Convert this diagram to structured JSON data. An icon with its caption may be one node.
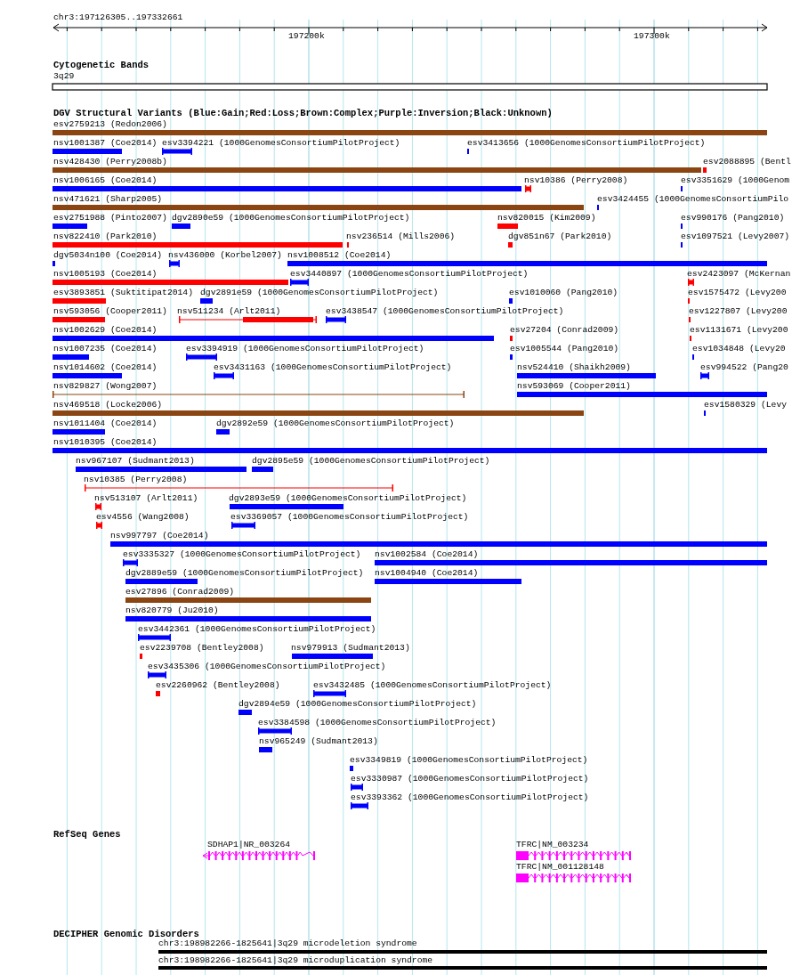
{
  "diagram": {
    "nodes": [
      {
        "text": [],
        "shape": "bar",
        "beside": [
          "3q29"
        ]
      },
      {
        "text": [],
        "shape": "bar",
        "beside": [
          "esv2759213 (Redon2006)"
        ]
      },
      {
        "text": [],
        "shape": "bar",
        "beside": [
          "nsv1001387 (Coe2014)"
        ]
      },
      {
        "text": [],
        "shape": "bar",
        "beside": [
          "esv3394221 (1000GenomesConsortiumPilotProject)"
        ]
      },
      {
        "text": [],
        "shape": "bar",
        "beside": [
          "esv3413656 (1000GenomesConsortiumPilotProject)"
        ]
      },
      {
        "text": [],
        "shape": "bar",
        "beside": [
          "nsv428430 (Perry2008b)"
        ]
      },
      {
        "text": [],
        "shape": "bar",
        "beside": [
          "esv2088895 (Bentl"
        ]
      },
      {
        "text": [],
        "shape": "bar",
        "beside": [
          "nsv1006165 (Coe2014)"
        ]
      },
      {
        "text": [],
        "shape": "bar",
        "beside": [
          "nsv10386 (Perry2008)"
        ]
      },
      {
        "text": [],
        "shape": "bar",
        "beside": [
          "esv3351629 (1000Genom"
        ]
      },
      {
        "text": [],
        "shape": "bar",
        "beside": [
          "nsv471621 (Sharp2005)"
        ]
      },
      {
        "text": [],
        "shape": "bar",
        "beside": [
          "esv3424455 (1000GenomesConsortiumPilo"
        ]
      },
      {
        "text": [],
        "shape": "bar",
        "beside": [
          "esv2751988 (Pinto2007)"
        ]
      },
      {
        "text": [],
        "shape": "bar",
        "beside": [
          "dgv2890e59 (1000GenomesConsortiumPilotProject)"
        ]
      },
      {
        "text": [],
        "shape": "bar",
        "beside": [
          "nsv820015 (Kim2009)"
        ]
      },
      {
        "text": [],
        "shape": "bar",
        "beside": [
          "esv990176 (Pang2010)"
        ]
      },
      {
        "text": [],
        "shape": "bar",
        "beside": [
          "nsv822410 (Park2010)"
        ]
      },
      {
        "text": [],
        "shape": "bar",
        "beside": [
          "nsv236514 (Mills2006)"
        ]
      },
      {
        "text": [],
        "shape": "bar",
        "beside": [
          "dgv851n67 (Park2010)"
        ]
      },
      {
        "text": [],
        "shape": "bar",
        "beside": [
          "esv1097521 (Levy2007)"
        ]
      },
      {
        "text": [],
        "shape": "bar",
        "beside": [
          "dgv5034n100 (Coe2014)"
        ]
      },
      {
        "text": [],
        "shape": "bar",
        "beside": [
          "nsv436000 (Korbel2007)"
        ]
      },
      {
        "text": [],
        "shape": "bar",
        "beside": [
          "nsv1008512 (Coe2014)"
        ]
      },
      {
        "text": [],
        "shape": "bar",
        "beside": [
          "nsv1005193 (Coe2014)"
        ]
      },
      {
        "text": [],
        "shape": "bar",
        "beside": [
          "esv3440897 (1000GenomesConsortiumPilotProject)"
        ]
      },
      {
        "text": [],
        "shape": "bar",
        "beside": [
          "esv2423097 (McKernan"
        ]
      },
      {
        "text": [],
        "shape": "bar",
        "beside": [
          "esv3893851 (Suktitipat2014)"
        ]
      },
      {
        "text": [],
        "shape": "bar",
        "beside": [
          "dgv2891e59 (1000GenomesConsortiumPilotProject)"
        ]
      },
      {
        "text": [],
        "shape": "bar",
        "beside": [
          "esv1010060 (Pang2010)"
        ]
      },
      {
        "text": [],
        "shape": "bar",
        "beside": [
          "esv1575472 (Levy200"
        ]
      },
      {
        "text": [],
        "shape": "bar",
        "beside": [
          "nsv593056 (Cooper2011)"
        ]
      },
      {
        "text": [],
        "shape": "bar",
        "beside": [
          "nsv511234 (Arlt2011)"
        ]
      },
      {
        "text": [],
        "shape": "bar",
        "beside": [
          "esv3438547 (1000GenomesConsortiumPilotProject)"
        ]
      },
      {
        "text": [],
        "shape": "bar",
        "beside": [
          "esv1227807 (Levy200"
        ]
      },
      {
        "text": [],
        "shape": "bar",
        "beside": [
          "nsv1002629 (Coe2014)"
        ]
      },
      {
        "text": [],
        "shape": "bar",
        "beside": [
          "esv27204 (Conrad2009)"
        ]
      },
      {
        "text": [],
        "shape": "bar",
        "beside": [
          "esv1131671 (Levy200"
        ]
      },
      {
        "text": [],
        "shape": "bar",
        "beside": [
          "nsv1007235 (Coe2014)"
        ]
      },
      {
        "text": [],
        "shape": "bar",
        "beside": [
          "esv3394919 (1000GenomesConsortiumPilotProject)"
        ]
      },
      {
        "text": [],
        "shape": "bar",
        "beside": [
          "esv1005544 (Pang2010)"
        ]
      },
      {
        "text": [],
        "shape": "bar",
        "beside": [
          "esv1034848 (Levy20"
        ]
      },
      {
        "text": [],
        "shape": "bar",
        "beside": [
          "nsv1014602 (Coe2014)"
        ]
      },
      {
        "text": [],
        "shape": "bar",
        "beside": [
          "esv3431163 (1000GenomesConsortiumPilotProject)"
        ]
      },
      {
        "text": [],
        "shape": "bar",
        "beside": [
          "nsv524410 (Shaikh2009)"
        ]
      },
      {
        "text": [],
        "shape": "bar",
        "beside": [
          "esv994522 (Pang20"
        ]
      },
      {
        "text": [],
        "shape": "bar",
        "beside": [
          "nsv829827 (Wong2007)"
        ]
      },
      {
        "text": [],
        "shape": "bar",
        "beside": [
          "nsv593069 (Cooper2011)"
        ]
      },
      {
        "text": [],
        "shape": "bar",
        "beside": [
          "nsv469518 (Locke2006)"
        ]
      },
      {
        "text": [],
        "shape": "bar",
        "beside": [
          "esv1580329 (Levy"
        ]
      },
      {
        "text": [],
        "shape": "bar",
        "beside": [
          "nsv1011404 (Coe2014)"
        ]
      },
      {
        "text": [],
        "shape": "bar",
        "beside": [
          "dgv2892e59 (1000GenomesConsortiumPilotProject)"
        ]
      },
      {
        "text": [],
        "shape": "bar",
        "beside": [
          "nsv1010395 (Coe2014)"
        ]
      },
      {
        "text": [],
        "shape": "bar",
        "beside": [
          "nsv967107 (Sudmant2013)"
        ]
      },
      {
        "text": [],
        "shape": "bar",
        "beside": [
          "dgv2895e59 (1000GenomesConsortiumPilotProject)"
        ]
      },
      {
        "text": [],
        "shape": "bar",
        "beside": [
          "nsv10385 (Perry2008)"
        ]
      },
      {
        "text": [],
        "shape": "bar",
        "beside": [
          "nsv513107 (Arlt2011)"
        ]
      },
      {
        "text": [],
        "shape": "bar",
        "beside": [
          "dgv2893e59 (1000GenomesConsortiumPilotProject)"
        ]
      },
      {
        "text": [],
        "shape": "bar",
        "beside": [
          "esv4556 (Wang2008)"
        ]
      },
      {
        "text": [],
        "shape": "bar",
        "beside": [
          "esv3369057 (1000GenomesConsortiumPilotProject)"
        ]
      },
      {
        "text": [],
        "shape": "bar",
        "beside": [
          "nsv997797 (Coe2014)"
        ]
      },
      {
        "text": [],
        "shape": "bar",
        "beside": [
          "esv3335327 (1000GenomesConsortiumPilotProject)"
        ]
      },
      {
        "text": [],
        "shape": "bar",
        "beside": [
          "nsv1002584 (Coe2014)"
        ]
      },
      {
        "text": [],
        "shape": "bar",
        "beside": [
          "dgv2889e59 (1000GenomesConsortiumPilotProject)"
        ]
      },
      {
        "text": [],
        "shape": "bar",
        "beside": [
          "nsv1004940 (Coe2014)"
        ]
      },
      {
        "text": [],
        "shape": "bar",
        "beside": [
          "esv27896 (Conrad2009)"
        ]
      },
      {
        "text": [],
        "shape": "bar",
        "beside": [
          "nsv820779 (Ju2010)"
        ]
      },
      {
        "text": [],
        "shape": "bar",
        "beside": [
          "esv3442361 (1000GenomesConsortiumPilotProject)"
        ]
      },
      {
        "text": [],
        "shape": "bar",
        "beside": [
          "esv2239708 (Bentley2008)"
        ]
      },
      {
        "text": [],
        "shape": "bar",
        "beside": [
          "nsv979913 (Sudmant2013)"
        ]
      },
      {
        "text": [],
        "shape": "bar",
        "beside": [
          "esv3435306 (1000GenomesConsortiumPilotProject)"
        ]
      },
      {
        "text": [],
        "shape": "bar",
        "beside": [
          "esv2260962 (Bentley2008)"
        ]
      },
      {
        "text": [],
        "shape": "bar",
        "beside": [
          "esv3432485 (1000GenomesConsortiumPilotProject)"
        ]
      },
      {
        "text": [],
        "shape": "bar",
        "beside": [
          "dgv2894e59 (1000GenomesConsortiumPilotProject)"
        ]
      },
      {
        "text": [],
        "shape": "bar",
        "beside": [
          "esv3384598 (1000GenomesConsortiumPilotProject)"
        ]
      },
      {
        "text": [],
        "shape": "bar",
        "beside": [
          "nsv965249 (Sudmant2013)"
        ]
      },
      {
        "text": [],
        "shape": "bar",
        "beside": [
          "esv3349819 (1000GenomesConsortiumPilotProject)"
        ]
      },
      {
        "text": [],
        "shape": "bar",
        "beside": [
          "esv3330987 (1000GenomesConsortiumPilotProject)"
        ]
      },
      {
        "text": [],
        "shape": "bar",
        "beside": [
          "esv3393362 (1000GenomesConsortiumPilotProject)"
        ]
      },
      {
        "text": [],
        "shape": "bar",
        "beside": [
          "SDHAP1|NR_003264"
        ]
      },
      {
        "text": [],
        "shape": "bar",
        "beside": [
          "TFRC|NM_003234"
        ]
      },
      {
        "text": [],
        "shape": "bar",
        "beside": [
          "TFRC|NM_001128148"
        ]
      },
      {
        "text": [],
        "shape": "bar",
        "beside": [
          "chr3:198982266-1825641|3q29 microdeletion syndrome"
        ]
      },
      {
        "text": [],
        "shape": "bar",
        "beside": [
          "chr3:198982266-1825641|3q29 microduplication syndrome"
        ]
      }
    ],
    "labels": [
      "chr3:197126305..197332661",
      "197200k",
      "197300k",
      "Cytogenetic Bands",
      "DGV Structural Variants (Blue:Gain;Red:Loss;Brown:Complex;Purple:Inversion;Black:Unknown)",
      "RefSeq Genes",
      "DECIPHER Genomic Disorders"
    ]
  }
}
